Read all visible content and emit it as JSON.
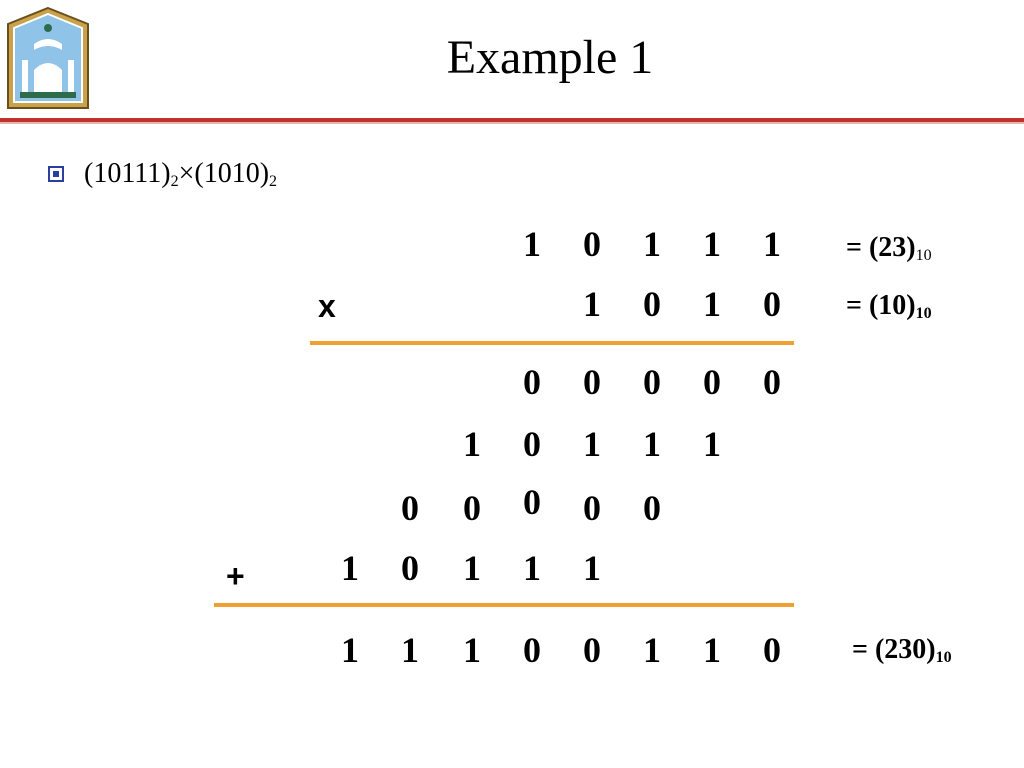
{
  "header": {
    "title": "Example 1"
  },
  "bullet": {
    "operand_a": "(10111)",
    "operand_a_base": "2",
    "times": "×",
    "operand_b": "(1010)",
    "operand_b_base": "2"
  },
  "rows": {
    "multiplicand": [
      "1",
      "0",
      "1",
      "1",
      "1"
    ],
    "multiplier": [
      "1",
      "0",
      "1",
      "0"
    ],
    "pp1": [
      "0",
      "0",
      "0",
      "0",
      "0"
    ],
    "pp2": [
      "1",
      "0",
      "1",
      "1",
      "1"
    ],
    "pp3": [
      "0",
      "0",
      "0",
      "0",
      "0"
    ],
    "pp4": [
      "1",
      "0",
      "1",
      "1",
      "1"
    ],
    "result": [
      "1",
      "1",
      "1",
      "0",
      "0",
      "1",
      "1",
      "0"
    ]
  },
  "operators": {
    "multiply": "x",
    "add": "+"
  },
  "equivalents": {
    "multiplicand": {
      "text": "= (23)",
      "base": "10"
    },
    "multiplier": {
      "text": "= (10)",
      "base": "10"
    },
    "result": {
      "text": "= (230)",
      "base": "10"
    }
  },
  "colors": {
    "header_rule": "#c0312b",
    "sum_lines": "#f0a030",
    "bullet": "#2b3f9e"
  }
}
